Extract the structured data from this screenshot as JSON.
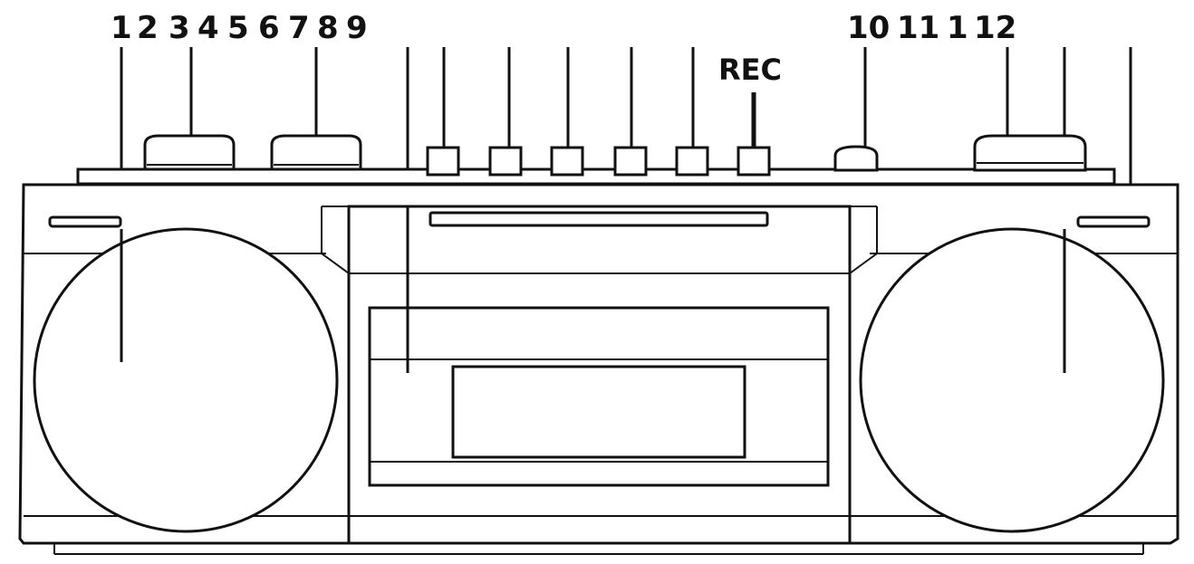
{
  "labels": {
    "l1": "1",
    "l2": "2",
    "l3": "3",
    "l4": "4",
    "l5": "5",
    "l6": "6",
    "l7": "7",
    "l8": "8",
    "l9": "9",
    "l10": "10",
    "l11": "11",
    "l1b": "1",
    "l12": "12",
    "rec": "REC"
  }
}
